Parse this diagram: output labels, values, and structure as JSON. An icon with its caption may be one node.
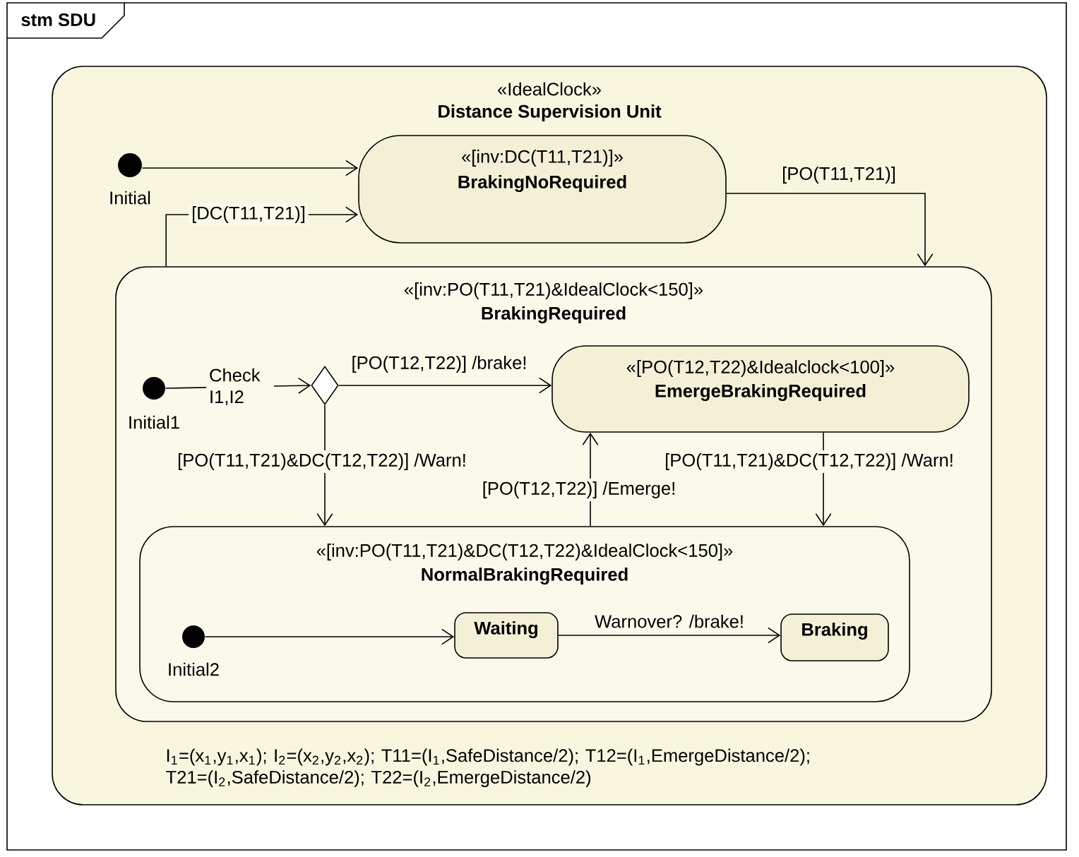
{
  "diagram": {
    "nodes": [
      {
        "text": [
          "stm SDU"
        ]
      },
      {
        "text": [
          "«IdealClock»",
          "Distance Supervision Unit"
        ],
        "in": 0
      },
      {
        "text": [],
        "shape": "circle",
        "beside": [
          "Initial"
        ],
        "in": 1
      },
      {
        "text": [
          "«[inv:DC(T11,T21)]»",
          "BrakingNoRequired"
        ],
        "in": 1
      },
      {
        "text": [
          "«[inv:PO(T11,T21)&IdealClock<150]»",
          "BrakingRequired"
        ],
        "in": 1
      },
      {
        "text": [],
        "shape": "circle",
        "beside": [
          "Initial1"
        ],
        "in": 4
      },
      {
        "text": [],
        "shape": "diamond",
        "in": 4
      },
      {
        "text": [
          "«[PO(T12,T22)&Idealclock<100]»",
          "EmergeBrakingRequired"
        ],
        "in": 4
      },
      {
        "text": [
          "«[inv:PO(T11,T21)&DC(T12,T22)&IdealClock<150]»",
          "NormalBrakingRequired"
        ],
        "in": 4
      },
      {
        "text": [],
        "shape": "circle",
        "beside": [
          "Initial2"
        ],
        "in": 8
      },
      {
        "text": [
          "Waiting"
        ],
        "in": 8
      },
      {
        "text": [
          "Braking"
        ],
        "in": 8
      }
    ],
    "edges": [
      {
        "from": 2,
        "to": 3,
        "arrow": "to"
      },
      {
        "from": 4,
        "to": 3,
        "arrow": "to",
        "label": "[DC(T11,T21)]"
      },
      {
        "from": 3,
        "to": 4,
        "arrow": "to",
        "label": "[PO(T11,T21)]"
      },
      {
        "from": 5,
        "to": 6,
        "arrow": "to",
        "label": "Check I1,I2"
      },
      {
        "from": 6,
        "to": 7,
        "arrow": "to",
        "label": "[PO(T12,T22)] /brake!"
      },
      {
        "from": 6,
        "to": 8,
        "arrow": "to",
        "label": "[PO(T11,T21)&DC(T12,T22)] /Warn!"
      },
      {
        "from": 8,
        "to": 7,
        "arrow": "to",
        "label": "[PO(T12,T22)] /Emerge!"
      },
      {
        "from": 7,
        "to": 8,
        "arrow": "to",
        "label": "[PO(T11,T21)&DC(T12,T22)] /Warn!"
      },
      {
        "from": 9,
        "to": 10,
        "arrow": "to"
      },
      {
        "from": 10,
        "to": 11,
        "arrow": "to",
        "label": "Warnover? /brake!"
      }
    ],
    "labels": [
      "I$_{1}$=(x$_{1}$,y$_{1}$,x$_{1}$); I$_{2}$=(x$_{2}$,y$_{2}$,x$_{2}$); T11=(I$_{1}$,SafeDistance/2); T12=(I$_{1}$,EmergeDistance/2); T21=(I$_{2}$,SafeDistance/2); T22=(I$_{2}$,EmergeDistance/2)"
    ]
  }
}
